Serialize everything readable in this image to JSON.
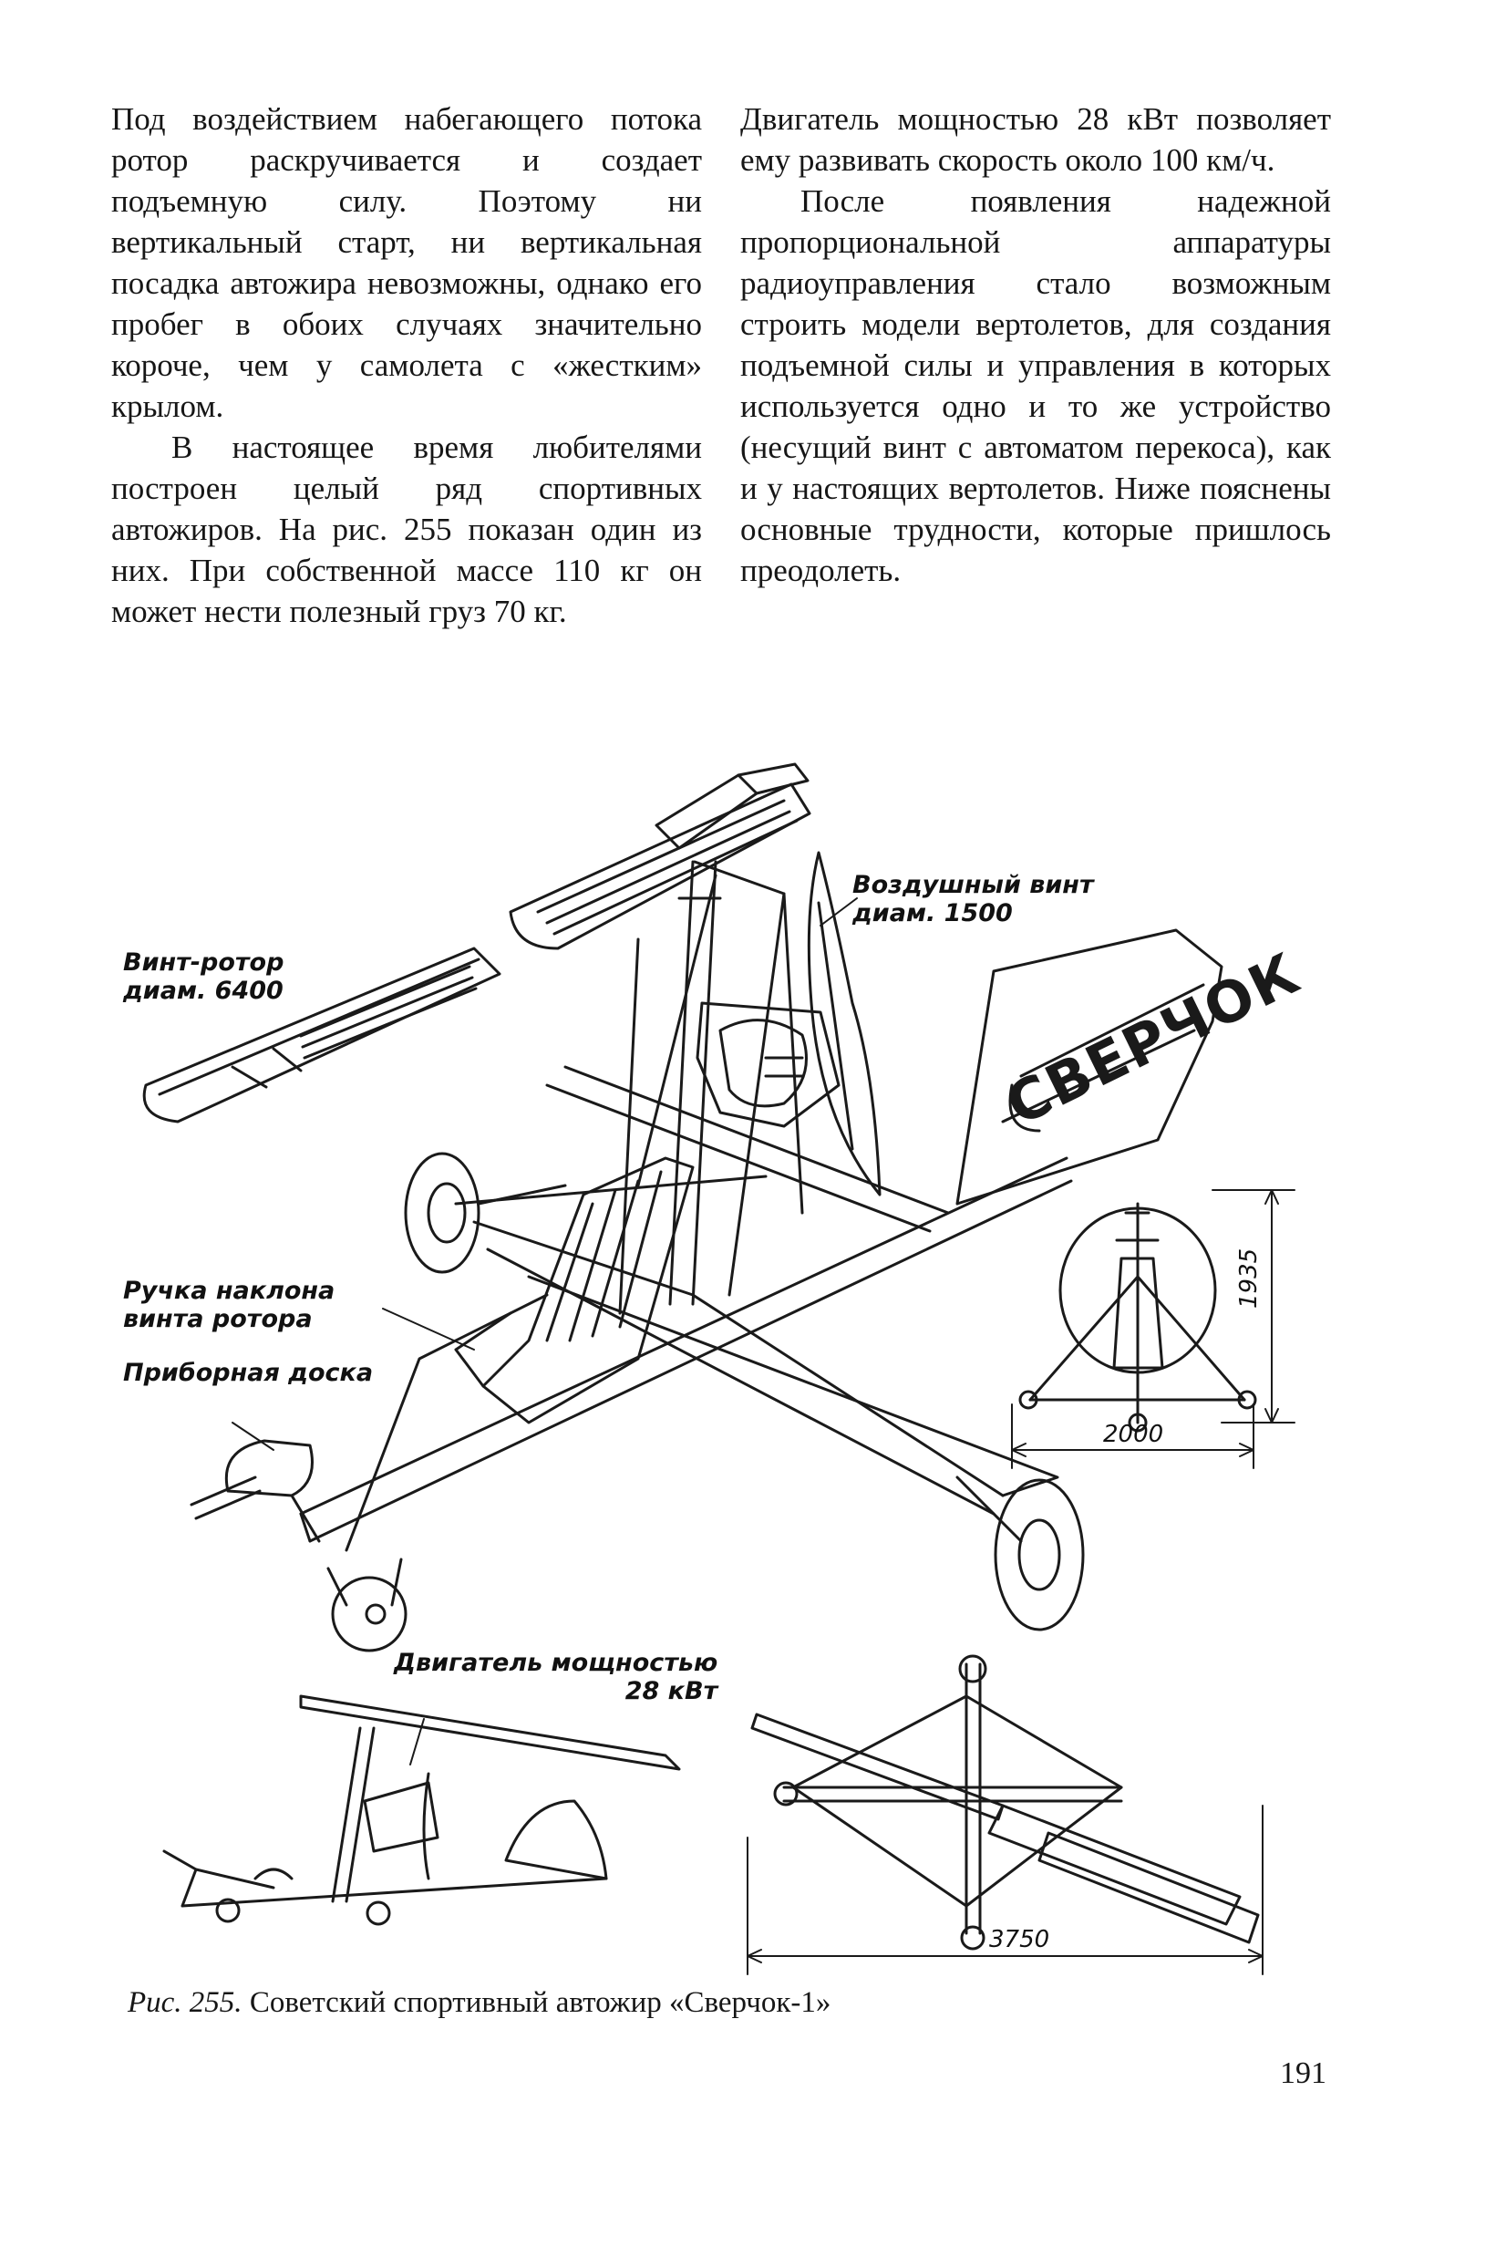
{
  "text": {
    "left_column": [
      "Под воздействием набегающего потока ротор раскручивается и создает подъемную силу. Поэтому ни вертикальный старт, ни вертикальная посадка автожира невозможны, однако его пробег в обоих случаях значительно короче, чем у самолета с «жестким» крылом.",
      "В настоящее время любителями построен целый ряд спортивных автожиров. На рис. 255 показан один из них. При собственной массе 110 кг он может нести полезный груз 70 кг."
    ],
    "right_column": [
      "Двигатель мощностью 28 кВт позволяет ему развивать скорость около 100 км/ч.",
      "После появления надежной пропорциональной аппаратуры радиоуправления стало возможным строить модели вертолетов, для создания подъемной силы и управления в которых используется одно и то же устройство (несущий винт с автоматом перекоса), как и у настоящих вертолетов. Ниже пояснены основные трудности, которые пришлось преодолеть."
    ]
  },
  "figure": {
    "labels": {
      "rotor": "Винт-ротор\nдиам. 6400",
      "propeller": "Воздушный винт\nдиам. 1500",
      "tilt_handle": "Ручка наклона\nвинта ротора",
      "dashboard": "Приборная доска",
      "engine": "Двигатель мощностью\n28 кВт",
      "tail_lettering": "СВЕРЧОК"
    },
    "dimensions": {
      "height": "1935",
      "track": "2000",
      "length": "3750"
    }
  },
  "caption": {
    "figure_ref": "Рис. 255.",
    "text": "Советский спортивный автожир «Сверчок-1»"
  },
  "page_number": "191"
}
